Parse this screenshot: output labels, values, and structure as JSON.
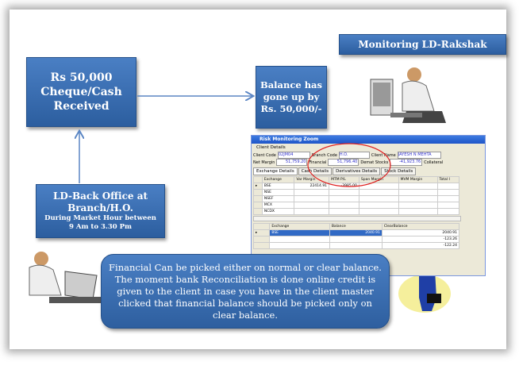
{
  "boxes": {
    "cheque": "Rs 50,000 Cheque/Cash Received",
    "balance": "Balance has gone up by Rs. 50,000/-",
    "monitoring": "Monitoring LD-Rakshak",
    "backoffice_title": "LD-Back Office at Branch/H.O.",
    "backoffice_sub": "During Market Hour between 9 Am to 3.30 Pm"
  },
  "bubble": "Financial Can be picked either on normal or clear balance. The moment bank Reconciliation is done online credit is given to the client in case you have in the client master clicked that financial balance should be picked only on clear balance.",
  "window": {
    "title": "Risk Monitoring Zoom",
    "section": "Client Details",
    "labels": {
      "client_code": "Client Code",
      "branch_code": "Branch Code",
      "client_name": "Client Name",
      "net_margin": "Net Margin",
      "financial": "Financial",
      "demat": "Demat Stocks",
      "collateral": "Collateral"
    },
    "values": {
      "client_code": "02JM04",
      "branch_code": "H.O.",
      "client_name": "JAYESH N  MEHTA",
      "net_margin": "51,759.20",
      "financial": "51,796.40",
      "demat": "-41,923.76"
    },
    "tabs": [
      "Exchange Details",
      "Cash Details",
      "Derivatives Details",
      "Stock Details"
    ],
    "grid1": {
      "headers": [
        "Exchange",
        "Var Margin",
        "MTM P/L",
        "Span Margin",
        "MVM Margin",
        "Total I"
      ],
      "rows": [
        [
          "BSE",
          "22414.91",
          "-3985.00",
          "",
          "",
          ""
        ],
        [
          "NSE",
          "",
          "",
          "",
          "",
          ""
        ],
        [
          "NSEF",
          "",
          "",
          "",
          "",
          ""
        ],
        [
          "MCX",
          "",
          "",
          "",
          "",
          ""
        ],
        [
          "NCDX",
          "",
          "",
          "",
          "",
          ""
        ]
      ]
    },
    "grid2": {
      "headers": [
        "Exchange",
        "Balance",
        "ClearBalance"
      ],
      "rows": [
        [
          "BSE",
          "2040.91",
          "2040.91"
        ],
        [
          "",
          "",
          "-123.26"
        ],
        [
          "",
          "",
          "-122.24"
        ]
      ]
    }
  }
}
